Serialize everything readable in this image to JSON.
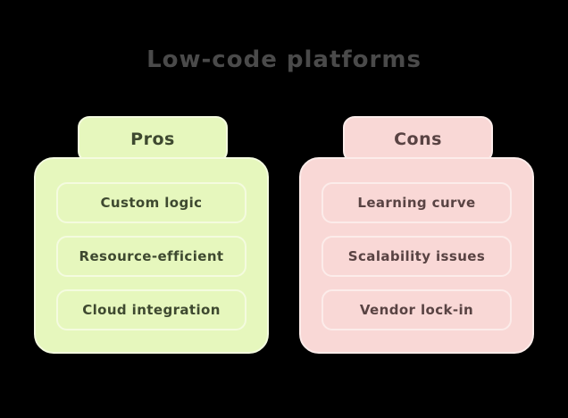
{
  "title": "Low-code platforms",
  "colors": {
    "bg": "#000000",
    "title-color": "#4a4a4a",
    "green-fill": "#e6f7bd",
    "green-border": "#f4fbdf",
    "green-text": "#3e4930",
    "pink-fill": "#f9d8d6",
    "pink-border": "#fcecea",
    "pink-text": "#594343"
  },
  "columns": [
    {
      "id": "pros",
      "header": "Pros",
      "items": [
        "Custom logic",
        "Resource-efficient",
        "Cloud integration"
      ]
    },
    {
      "id": "cons",
      "header": "Cons",
      "items": [
        "Learning curve",
        "Scalability issues",
        "Vendor lock-in"
      ]
    }
  ]
}
